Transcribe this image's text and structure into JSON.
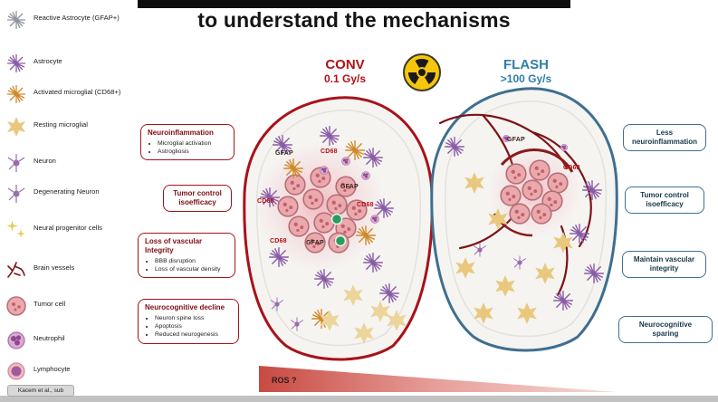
{
  "title": "to understand the mechanisms",
  "arms": {
    "conv": {
      "name": "CONV",
      "dose_rate": "0.1 Gy/s"
    },
    "flash": {
      "name": "FLASH",
      "dose_rate": ">100 Gy/s"
    }
  },
  "legend": {
    "items": [
      {
        "label": "Reactive Astrocyte (GFAP+)",
        "icon": "reactive-astrocyte-icon"
      },
      {
        "label": "Astrocyte",
        "icon": "astrocyte-icon"
      },
      {
        "label": "Activated microglial (CD68+)",
        "icon": "activated-microglial-icon"
      },
      {
        "label": "Resting microglial",
        "icon": "resting-microglial-icon"
      },
      {
        "label": "Neuron",
        "icon": "neuron-icon"
      },
      {
        "label": "Degenerating Neuron",
        "icon": "degenerating-neuron-icon"
      },
      {
        "label": "Neural progenitor cells",
        "icon": "neural-progenitor-cells-icon"
      },
      {
        "label": "Brain vessels",
        "icon": "brain-vessels-icon"
      },
      {
        "label": "Tumor cell",
        "icon": "tumor-cell-icon"
      },
      {
        "label": "Neutrophil",
        "icon": "neutrophil-icon"
      },
      {
        "label": "Lymphocyte",
        "icon": "lymphocyte-icon"
      }
    ]
  },
  "conv_findings": [
    {
      "title": "Neuroinflammation",
      "bullets": [
        "Microglial activation",
        "Astrogliosis"
      ]
    },
    {
      "title": "Tumor control isoefficacy",
      "bullets": []
    },
    {
      "title": "Loss of vascular Integrity",
      "bullets": [
        "BBB disruption",
        "Loss of vascular density"
      ]
    },
    {
      "title": "Neurocognitive decline",
      "bullets": [
        "Neuron spine loss",
        "Apoptosis",
        "Reduced neurogenesis"
      ]
    }
  ],
  "flash_findings": [
    {
      "title": "Less neuroinflammation"
    },
    {
      "title": "Tumor control isoefficacy"
    },
    {
      "title": "Maintain vascular integrity"
    },
    {
      "title": "Neurocognitive sparing"
    }
  ],
  "cell_markers": {
    "gfap": "GFAP",
    "cd68": "CD68"
  },
  "ros_label": "ROS ?",
  "citation": "Kacem et al., sub",
  "colors": {
    "conv_accent": "#a8121a",
    "flash_accent": "#3e6f90",
    "radiation_yellow": "#f6c60a"
  }
}
